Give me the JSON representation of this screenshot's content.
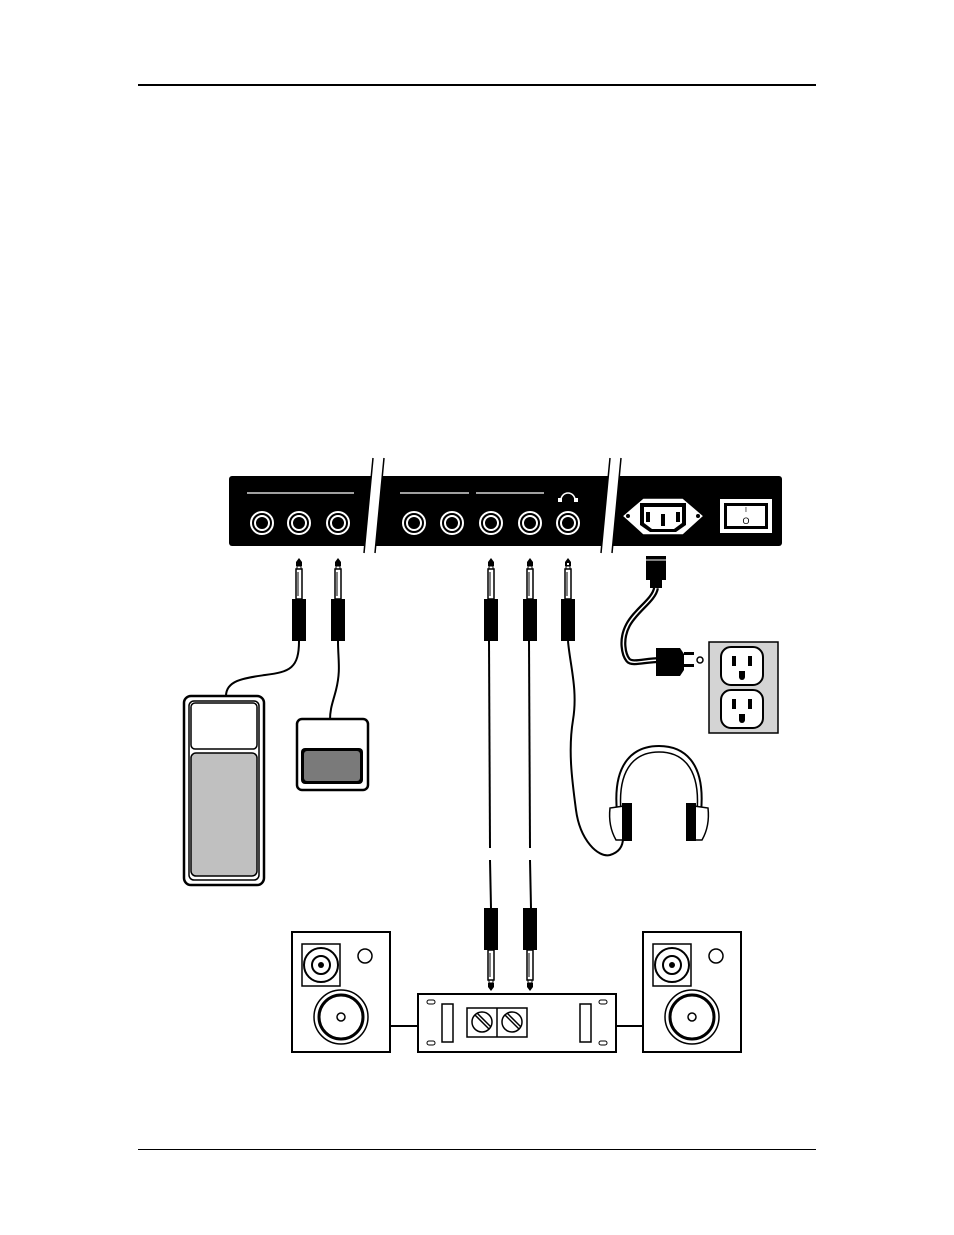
{
  "page": {
    "background": "#ffffff",
    "ink_color": "#000000",
    "pedal_fill": "#c0c0c0",
    "footswitch_fill": "#7a7a7a",
    "outlet_fill": "#d4d4d4"
  },
  "rear_panel": {
    "switch_on_symbol": "I",
    "switch_off_symbol": "O",
    "left_group_jacks": 3,
    "right_group_jacks": 5
  },
  "icons": {
    "headphone_symbol": "headphones-icon",
    "power_inlet": "iec-inlet-icon",
    "power_switch": "rocker-switch-icon"
  }
}
